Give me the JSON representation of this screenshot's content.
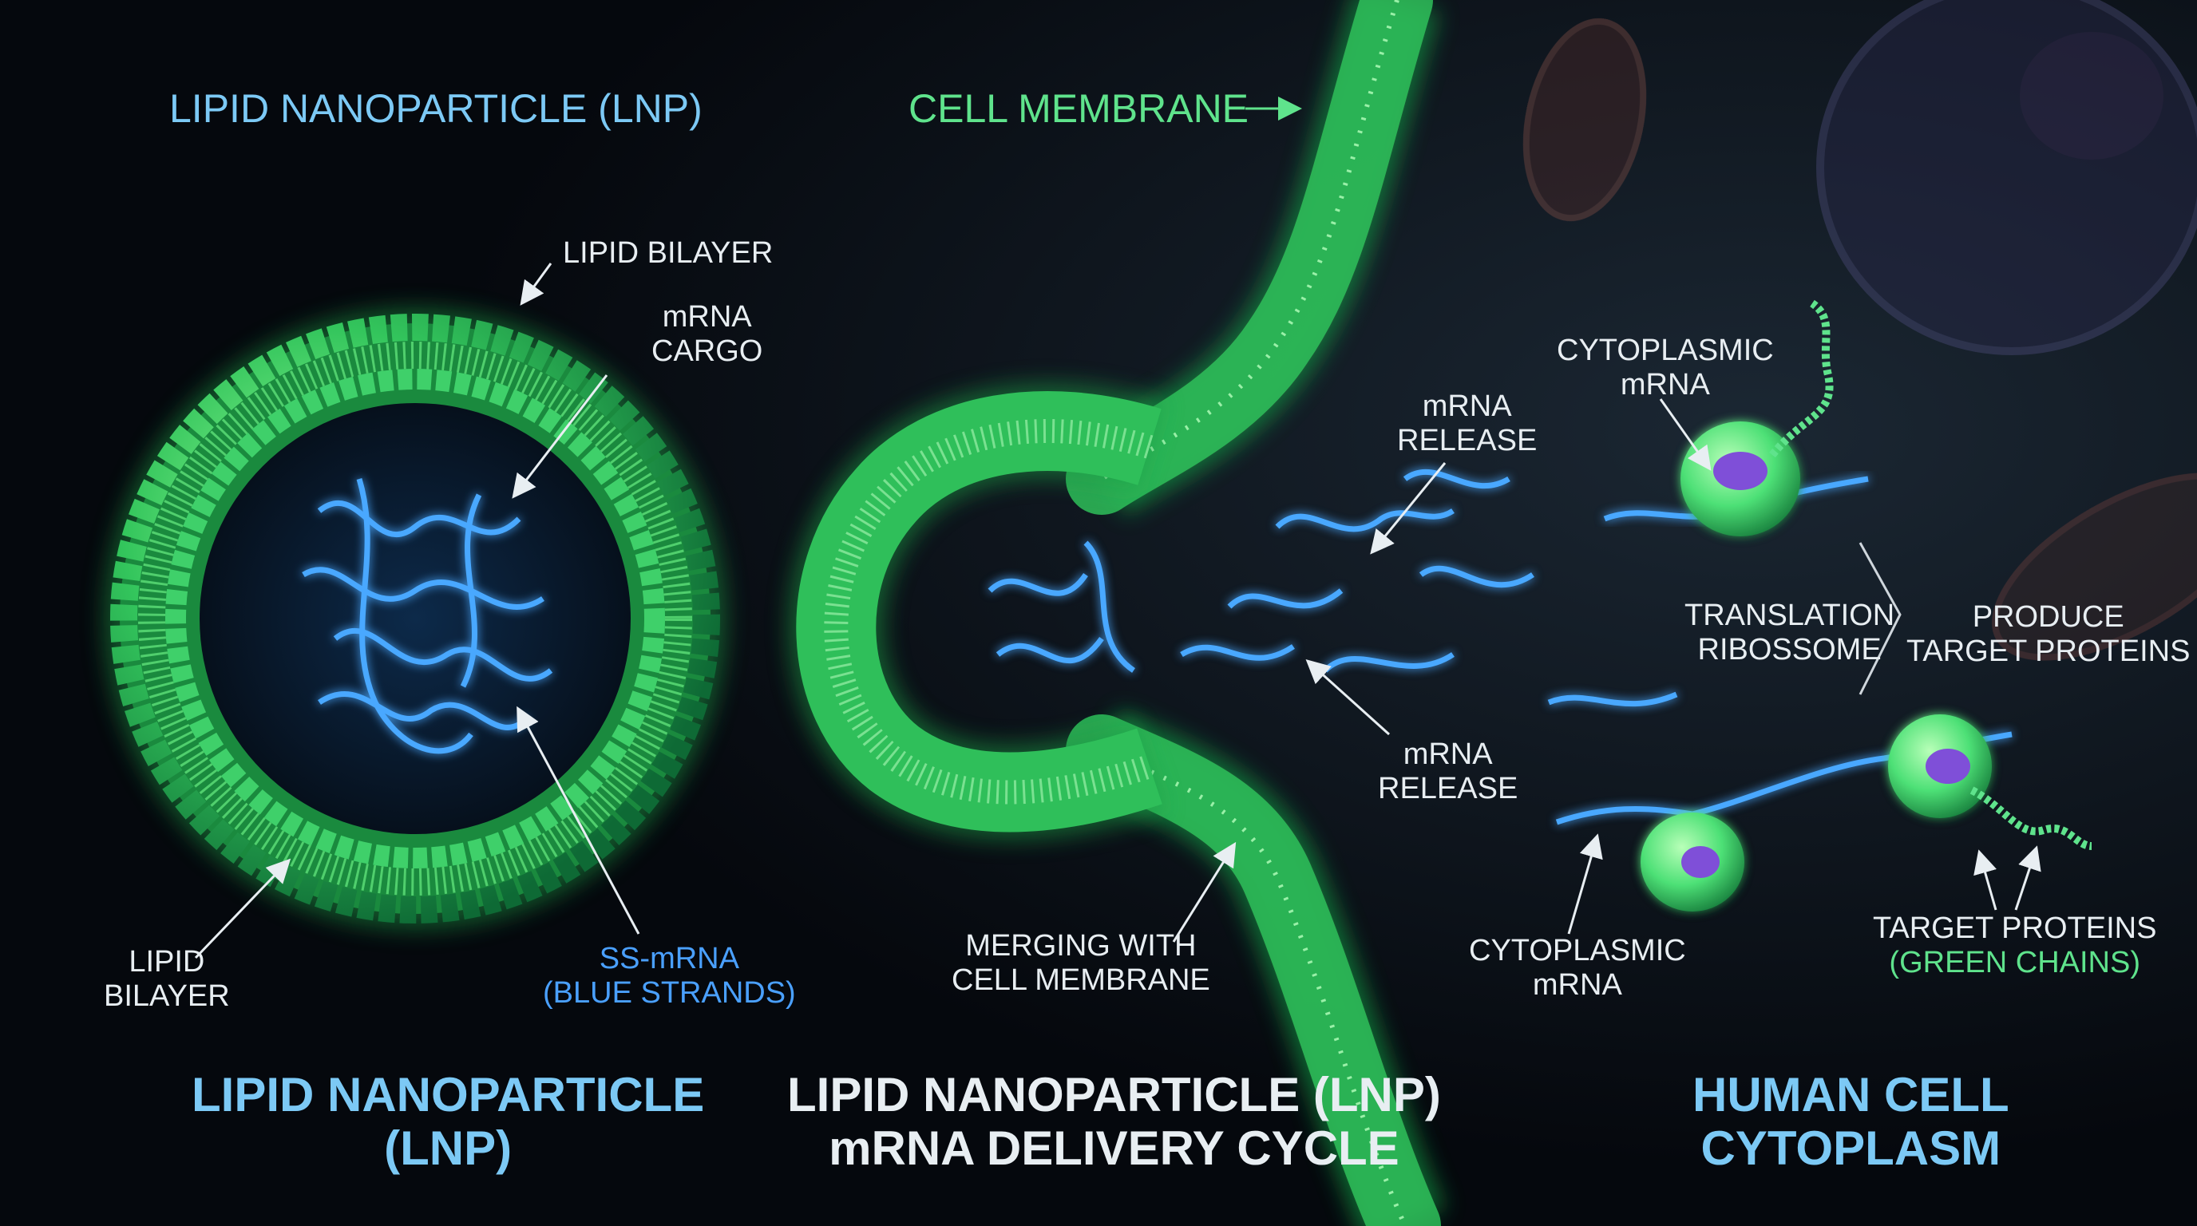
{
  "labels": {
    "lnp_top_title": "LIPID NANOPARTICLE (LNP)",
    "cell_membrane": "CELL MEMBRANE",
    "lipid_bilayer_top": "LIPID BILAYER",
    "mrna_cargo_1": "mRNA",
    "mrna_cargo_2": "CARGO",
    "lipid_bilayer_bottom_1": "LIPID",
    "lipid_bilayer_bottom_2": "BILAYER",
    "ss_mrna_1": "SS-mRNA",
    "ss_mrna_2": "(BLUE STRANDS)",
    "mrna_release_top_1": "mRNA",
    "mrna_release_top_2": "RELEASE",
    "mrna_release_bottom_1": "mRNA",
    "mrna_release_bottom_2": "RELEASE",
    "merging_1": "MERGING WITH",
    "merging_2": "CELL MEMBRANE",
    "cytoplasmic_mrna_top_1": "CYTOPLASMIC",
    "cytoplasmic_mrna_top_2": "mRNA",
    "translation_1": "TRANSLATION",
    "translation_2": "RIBOSSOME",
    "produce_1": "PRODUCE",
    "produce_2": "TARGET PROTEINS",
    "cytoplasmic_mrna_bottom_1": "CYTOPLASMIC",
    "cytoplasmic_mrna_bottom_2": "mRNA",
    "target_proteins": "TARGET PROTEINS",
    "green_chains": "(GREEN CHAINS)",
    "bottom_left_1": "LIPID NANOPARTICLE",
    "bottom_left_2": "(LNP)",
    "bottom_center_1": "LIPID NANOPARTICLE (LNP)",
    "bottom_center_2": "mRNA DELIVERY CYCLE",
    "bottom_right_1": "HUMAN CELL",
    "bottom_right_2": "CYTOPLASM"
  },
  "colors": {
    "background": "#05080d",
    "lipid_green": "#3fd06a",
    "mrna_blue": "#4aa8ff",
    "label_white": "#e8eef2",
    "label_cyan": "#7cc9f5",
    "label_green": "#5fe38c"
  }
}
